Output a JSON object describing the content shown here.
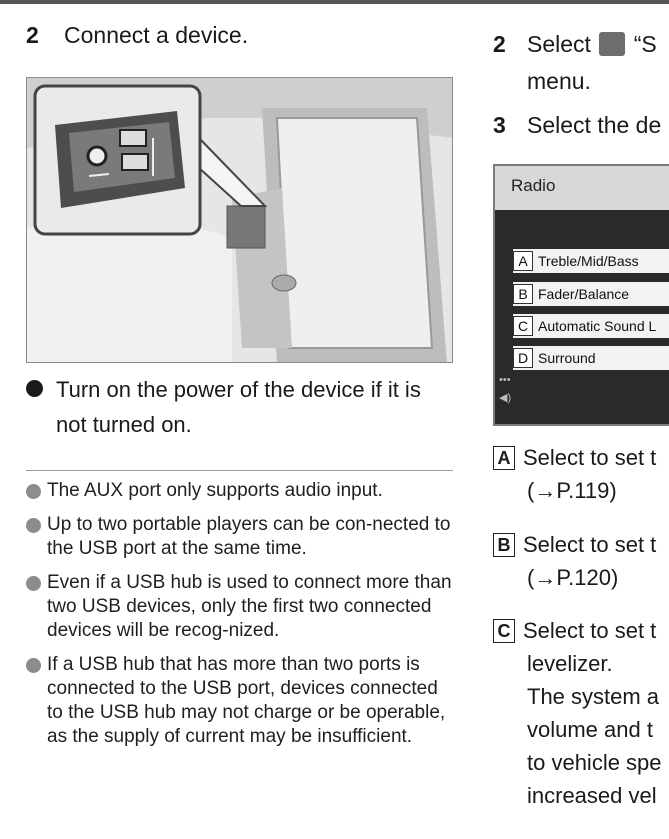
{
  "left": {
    "step": {
      "number": "2",
      "text": "Connect a device."
    },
    "bullet": "Turn on the power of the device if it is not turned on.",
    "notes": [
      "The AUX port only supports audio input.",
      "Up to two portable players can be con-nected to the USB port at the same time.",
      "Even if a USB hub is used to connect more than two USB devices, only the first two connected devices will be recog-nized.",
      "If a USB hub that has more than two ports is connected to the USB port, devices connected to the USB hub may not charge or be operable, as the supply of current may be insufficient."
    ]
  },
  "right": {
    "step2": {
      "number": "2",
      "text_before": "Select",
      "text_after": "“S",
      "line2": "menu."
    },
    "step3": {
      "number": "3",
      "text": "Select the de"
    },
    "screen": {
      "title": "Radio",
      "items": [
        {
          "letter": "A",
          "label": "Treble/Mid/Bass"
        },
        {
          "letter": "B",
          "label": "Fader/Balance"
        },
        {
          "letter": "C",
          "label": "Automatic Sound L"
        },
        {
          "letter": "D",
          "label": "Surround"
        }
      ]
    },
    "descriptions": [
      {
        "letter": "A",
        "lines": [
          "Select to set t",
          "(→P.119)"
        ]
      },
      {
        "letter": "B",
        "lines": [
          "Select to set t",
          "(→P.120)"
        ]
      },
      {
        "letter": "C",
        "lines": [
          "Select to set t",
          "levelizer.",
          "The system a",
          "volume and t",
          "to vehicle spe",
          "increased vel"
        ]
      }
    ]
  },
  "colors": {
    "text": "#1a1a1a",
    "note_bullet": "#8c8c8c",
    "screen_bg": "#2a2a2a"
  }
}
